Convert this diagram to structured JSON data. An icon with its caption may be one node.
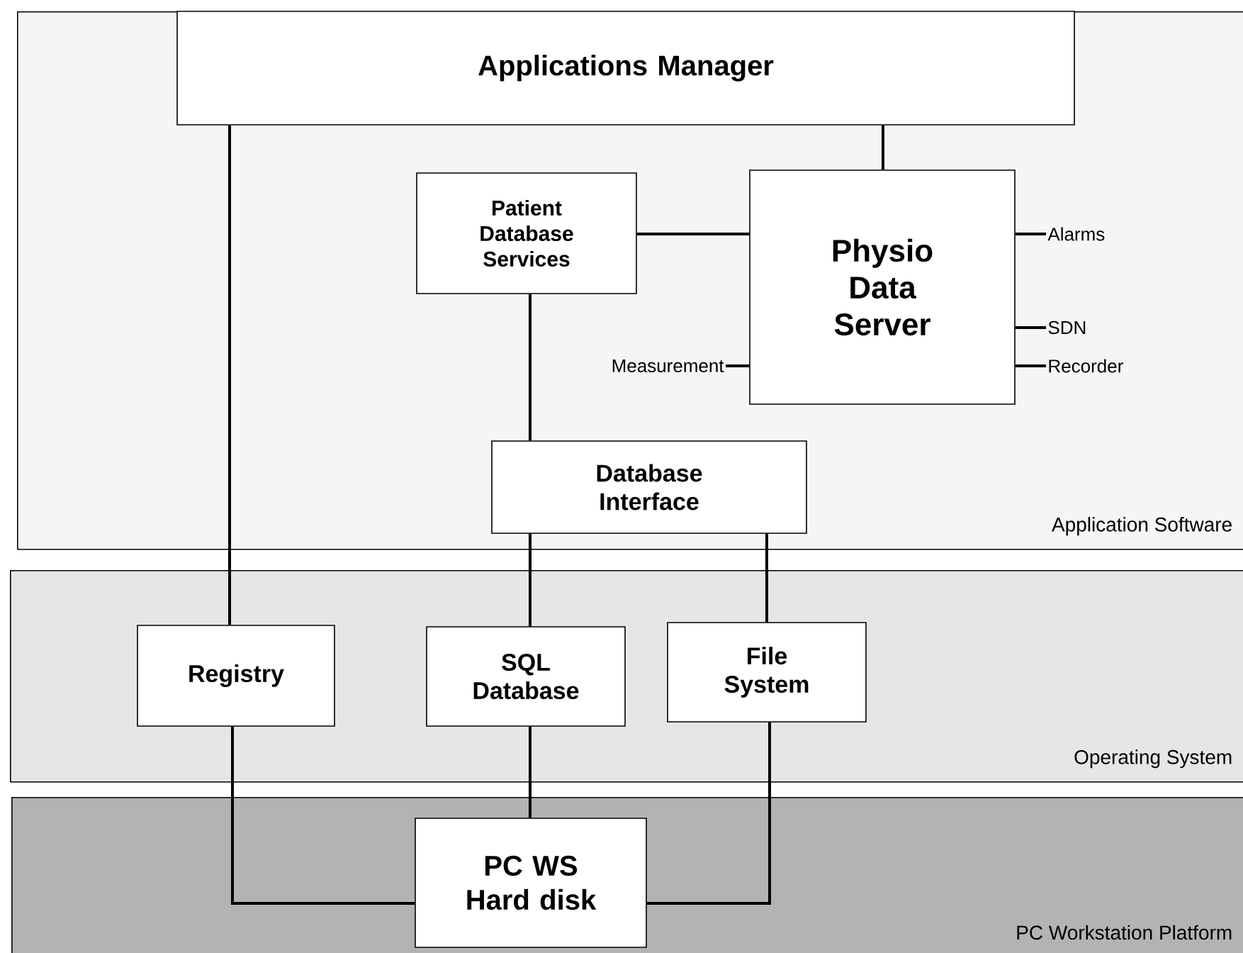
{
  "diagram": {
    "nodes": [
      {
        "text": [
          "Application Software"
        ]
      },
      {
        "text": [
          "Applications Manager"
        ],
        "in": 0
      },
      {
        "text": [
          "Patient Database Services"
        ],
        "in": 0
      },
      {
        "text": [
          "Physio Data Server"
        ],
        "in": 0
      },
      {
        "text": [
          "Measurement"
        ],
        "in": 0
      },
      {
        "text": [
          "Alarms"
        ],
        "in": 0
      },
      {
        "text": [
          "SDN"
        ],
        "in": 0
      },
      {
        "text": [
          "Recorder"
        ],
        "in": 0
      },
      {
        "text": [
          "Database Interface"
        ],
        "in": 0
      },
      {
        "text": [
          "Operating System"
        ]
      },
      {
        "text": [
          "Registry"
        ],
        "in": 9
      },
      {
        "text": [
          "SQL Database"
        ],
        "in": 9
      },
      {
        "text": [
          "File System"
        ],
        "in": 9
      },
      {
        "text": [
          "PC Workstation Platform"
        ]
      },
      {
        "text": [
          "PC WS Hard disk"
        ],
        "in": 13
      }
    ],
    "edges": [
      {
        "from": 1,
        "to": 3,
        "arrow": "none"
      },
      {
        "from": 2,
        "to": 3,
        "arrow": "none"
      },
      {
        "from": 4,
        "to": 3,
        "arrow": "none"
      },
      {
        "from": 3,
        "to": 5,
        "arrow": "none"
      },
      {
        "from": 3,
        "to": 6,
        "arrow": "none"
      },
      {
        "from": 3,
        "to": 7,
        "arrow": "none"
      },
      {
        "from": 2,
        "to": 8,
        "arrow": "none"
      },
      {
        "from": 1,
        "to": 10,
        "arrow": "none"
      },
      {
        "from": 8,
        "to": 11,
        "arrow": "none"
      },
      {
        "from": 8,
        "to": 12,
        "arrow": "none"
      },
      {
        "from": 10,
        "to": 14,
        "arrow": "none"
      },
      {
        "from": 11,
        "to": 14,
        "arrow": "none"
      },
      {
        "from": 12,
        "to": 14,
        "arrow": "none"
      }
    ]
  }
}
